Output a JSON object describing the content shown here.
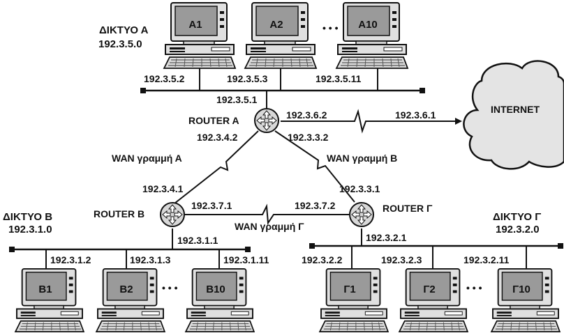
{
  "networks": {
    "a": {
      "name": "ΔΙΚΤΥΟ Α",
      "address": "192.3.5.0",
      "hosts": [
        {
          "label": "A1",
          "ip": "192.3.5.2"
        },
        {
          "label": "A2",
          "ip": "192.3.5.3"
        },
        {
          "label": "A10",
          "ip": "192.3.5.11"
        }
      ],
      "router_ip": "192.3.5.1"
    },
    "b": {
      "name": "ΔΙΚΤΥΟ Β",
      "address": "192.3.1.0",
      "hosts": [
        {
          "label": "B1",
          "ip": "192.3.1.2"
        },
        {
          "label": "B2",
          "ip": "192.3.1.3"
        },
        {
          "label": "B10",
          "ip": "192.3.1.11"
        }
      ],
      "router_ip": "192.3.1.1"
    },
    "g": {
      "name": "ΔΙΚΤΥΟ Γ",
      "address": "192.3.2.0",
      "hosts": [
        {
          "label": "Γ1",
          "ip": "192.3.2.2"
        },
        {
          "label": "Γ2",
          "ip": "192.3.2.3"
        },
        {
          "label": "Γ10",
          "ip": "192.3.2.11"
        }
      ],
      "router_ip": "192.3.2.1"
    }
  },
  "ellipsis": "• • •",
  "routers": {
    "a": {
      "name": "ROUTER A"
    },
    "b": {
      "name": "ROUTER B"
    },
    "g": {
      "name": "ROUTER Γ"
    }
  },
  "links": {
    "internet": {
      "router_ip": "192.3.6.2",
      "internet_ip": "192.3.6.1"
    },
    "wan_a": {
      "name": "WAN γραμμή Α",
      "ip_router_a": "192.3.4.2",
      "ip_router_b": "192.3.4.1"
    },
    "wan_b": {
      "name": "WAN γραμμή Β",
      "ip_router_a": "192.3.3.2",
      "ip_router_g": "192.3.3.1"
    },
    "wan_g": {
      "name": "WAN γραμμή Γ",
      "ip_router_b": "192.3.7.1",
      "ip_router_g": "192.3.7.2"
    }
  },
  "internet": {
    "label": "INTERNET"
  }
}
